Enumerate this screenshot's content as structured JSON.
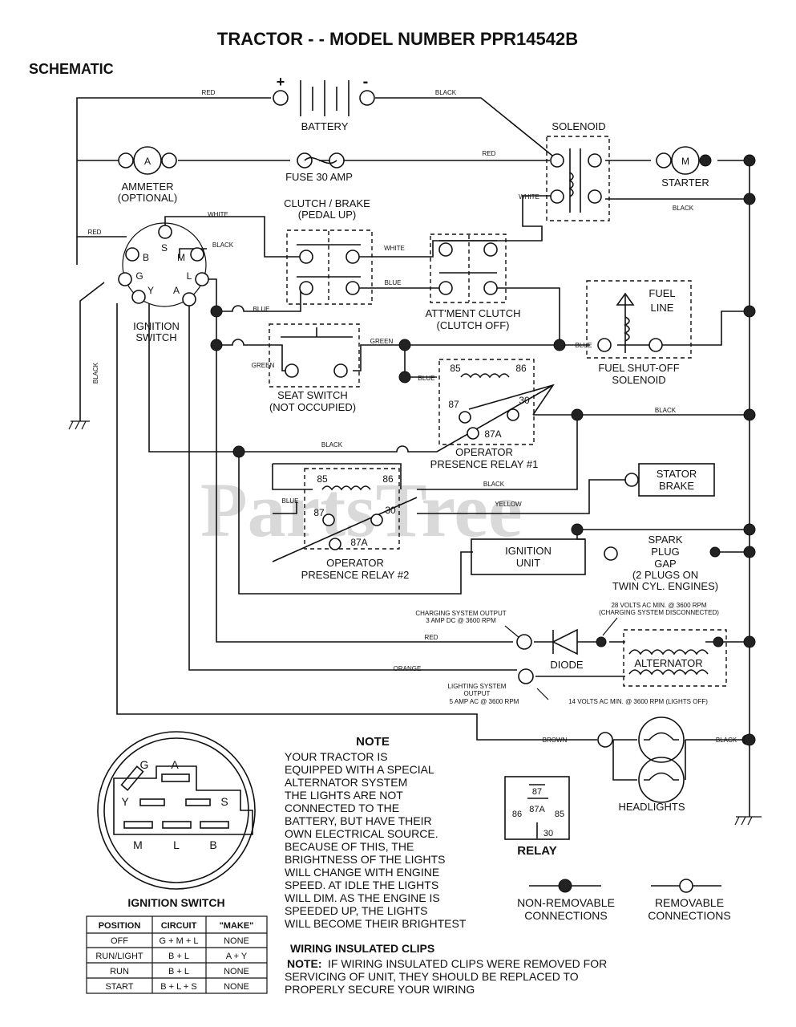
{
  "title": "TRACTOR - - MODEL NUMBER PPR14542B",
  "subtitle": "SCHEMATIC",
  "watermark": "PartsTree",
  "components": {
    "battery": "BATTERY",
    "battery_plus": "+",
    "battery_minus": "-",
    "solenoid": "SOLENOID",
    "fuse": "FUSE 30 AMP",
    "ammeter_line1": "AMMETER",
    "ammeter_line2": "(OPTIONAL)",
    "ammeter_symbol": "A",
    "starter": "STARTER",
    "starter_symbol": "M",
    "clutch_brake_line1": "CLUTCH / BRAKE",
    "clutch_brake_line2": "(PEDAL UP)",
    "ignition_switch_line1": "IGNITION",
    "ignition_switch_line2": "SWITCH",
    "attachment_clutch_line1": "ATT'MENT CLUTCH",
    "attachment_clutch_line2": "(CLUTCH OFF)",
    "fuel_line_1": "FUEL",
    "fuel_line_2": "LINE",
    "fuel_solenoid_line1": "FUEL SHUT-OFF",
    "fuel_solenoid_line2": "SOLENOID",
    "seat_switch_line1": "SEAT SWITCH",
    "seat_switch_line2": "(NOT OCCUPIED)",
    "relay1_line1": "OPERATOR",
    "relay1_line2": "PRESENCE RELAY #1",
    "relay2_line1": "OPERATOR",
    "relay2_line2": "PRESENCE RELAY #2",
    "stator_brake_line1": "STATOR",
    "stator_brake_line2": "BRAKE",
    "ignition_unit_line1": "IGNITION",
    "ignition_unit_line2": "UNIT",
    "spark_line1": "SPARK",
    "spark_line2": "PLUG",
    "spark_line3": "GAP",
    "spark_line4": "(2 PLUGS ON",
    "spark_line5": "TWIN CYL. ENGINES)",
    "diode": "DIODE",
    "alternator": "ALTERNATOR",
    "headlights": "HEADLIGHTS",
    "relay_legend": "RELAY"
  },
  "terminals": {
    "ign_b": "B",
    "ign_s": "S",
    "ign_m": "M",
    "ign_g": "G",
    "ign_l": "L",
    "ign_y": "Y",
    "ign_a": "A",
    "r85": "85",
    "r86": "86",
    "r87": "87",
    "r30": "30",
    "r87a": "87A"
  },
  "wire_labels": {
    "red": "RED",
    "black": "BLACK",
    "white": "WHITE",
    "blue": "BLUE",
    "green": "GREEN",
    "yellow": "YELLOW",
    "orange": "ORANGE",
    "brown": "BROWN"
  },
  "annotations": {
    "charging_out_1": "CHARGING SYSTEM OUTPUT",
    "charging_out_2": "3 AMP DC @ 3600 RPM",
    "volts28_1": "28 VOLTS AC MIN. @ 3600 RPM",
    "volts28_2": "(CHARGING SYSTEM DISCONNECTED)",
    "lighting_1": "LIGHTING SYSTEM",
    "lighting_2": "OUTPUT",
    "lighting_3": "5 AMP AC @ 3600 RPM",
    "volts14": "14 VOLTS AC MIN. @ 3600 RPM (LIGHTS OFF)"
  },
  "note": {
    "heading": "NOTE",
    "lines": [
      "YOUR TRACTOR IS",
      "EQUIPPED WITH A SPECIAL",
      "ALTERNATOR SYSTEM",
      "THE LIGHTS ARE NOT",
      "CONNECTED TO THE",
      "BATTERY, BUT HAVE THEIR",
      "OWN ELECTRICAL SOURCE.",
      "BECAUSE OF THIS, THE",
      "BRIGHTNESS OF THE LIGHTS",
      "WILL CHANGE WITH ENGINE",
      "SPEED.  AT IDLE THE LIGHTS",
      "WILL DIM.  AS THE ENGINE IS",
      "SPEEDED UP, THE LIGHTS",
      "WILL BECOME THEIR BRIGHTEST"
    ]
  },
  "legend": {
    "non_removable_1": "NON-REMOVABLE",
    "non_removable_2": "CONNECTIONS",
    "removable_1": "REMOVABLE",
    "removable_2": "CONNECTIONS"
  },
  "ignition_switch_diagram": {
    "title": "IGNITION SWITCH",
    "labels": [
      "G",
      "A",
      "Y",
      "S",
      "M",
      "L",
      "B"
    ]
  },
  "ignition_table": {
    "headers": [
      "POSITION",
      "CIRCUIT",
      "\"MAKE\""
    ],
    "rows": [
      [
        "OFF",
        "G + M + L",
        "NONE"
      ],
      [
        "RUN/LIGHT",
        "B + L",
        "A + Y"
      ],
      [
        "RUN",
        "B + L",
        "NONE"
      ],
      [
        "START",
        "B + L + S",
        "NONE"
      ]
    ]
  },
  "clips": {
    "heading": "WIRING INSULATED CLIPS",
    "note_label": "NOTE:",
    "line1": "IF WIRING INSULATED CLIPS WERE REMOVED FOR",
    "line2": "SERVICING OF UNIT, THEY SHOULD BE REPLACED TO",
    "line3": "PROPERLY SECURE YOUR WIRING"
  }
}
